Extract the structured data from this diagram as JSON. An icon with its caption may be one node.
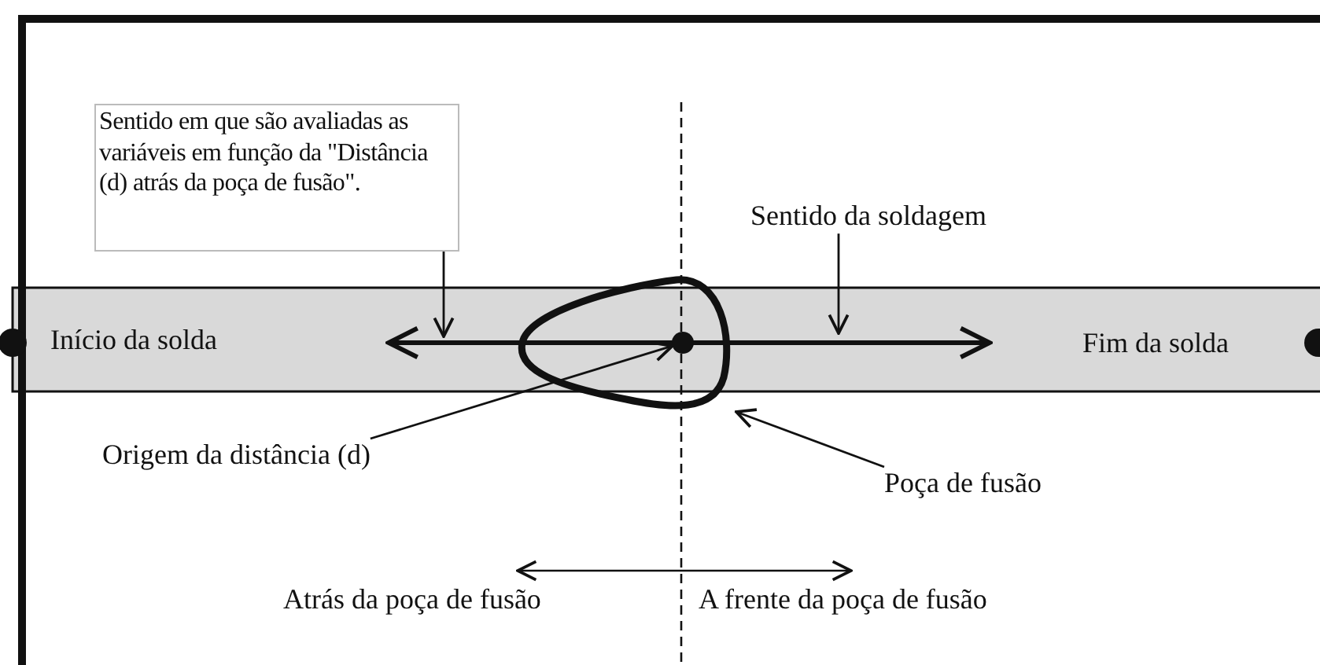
{
  "diagram": {
    "nodes": [
      {
        "text": [
          "Sentido em que são avaliadas as variáveis em função da \"Distância (d) atrás da poça de fusão\"."
        ]
      },
      {
        "text": [
          "Sentido da soldagem"
        ]
      },
      {
        "text": [
          "Início da solda"
        ]
      },
      {
        "text": [
          "Fim da solda"
        ]
      },
      {
        "text": [],
        "shape": "circle"
      },
      {
        "text": [],
        "shape": "drop"
      },
      {
        "text": [],
        "shape": "circle",
        "in": 5
      },
      {
        "text": [],
        "shape": "circle"
      },
      {
        "text": [
          "Origem da distância (d)"
        ]
      },
      {
        "text": [
          "Poça de fusão"
        ]
      }
    ],
    "edges": [
      {
        "from": 0,
        "to": null,
        "arrow": "to"
      },
      {
        "from": 1,
        "to": null,
        "arrow": "to"
      },
      {
        "from": 8,
        "to": 6,
        "arrow": "to"
      },
      {
        "from": 9,
        "to": 5,
        "arrow": "to"
      }
    ],
    "labels": [
      "Atrás da poça de fusão",
      "A frente da poça de fusão"
    ]
  }
}
